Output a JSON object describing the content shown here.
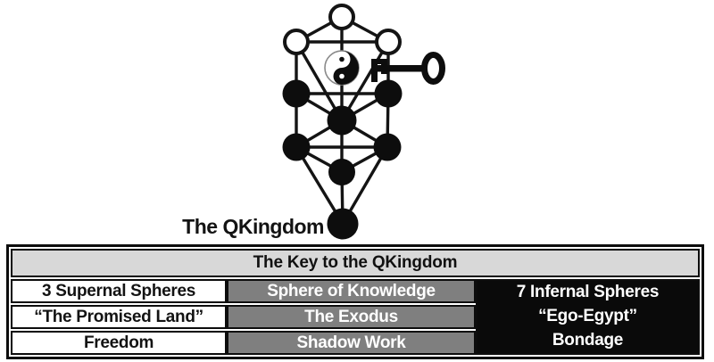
{
  "colors": {
    "ink": "#0d0d0d",
    "header_bg": "#d8d8d8",
    "gray_cell_bg": "#7f7f7f",
    "white_cell_bg": "#ffffff",
    "black_cell_bg": "#0a0a0a"
  },
  "diagram": {
    "label": "The QKingdom",
    "supernal_sphere_count": 3,
    "infernal_sphere_count": 7,
    "icons": [
      "yin-yang-icon",
      "key-icon"
    ]
  },
  "table": {
    "title": "The Key to the QKingdom",
    "rows": [
      {
        "left": "3 Supernal Spheres",
        "middle": "Sphere of Knowledge",
        "right": "7 Infernal Spheres"
      },
      {
        "left": "“The Promised Land”",
        "middle": "The Exodus",
        "right": "“Ego-Egypt”"
      },
      {
        "left": "Freedom",
        "middle": "Shadow Work",
        "right": "Bondage"
      }
    ]
  }
}
